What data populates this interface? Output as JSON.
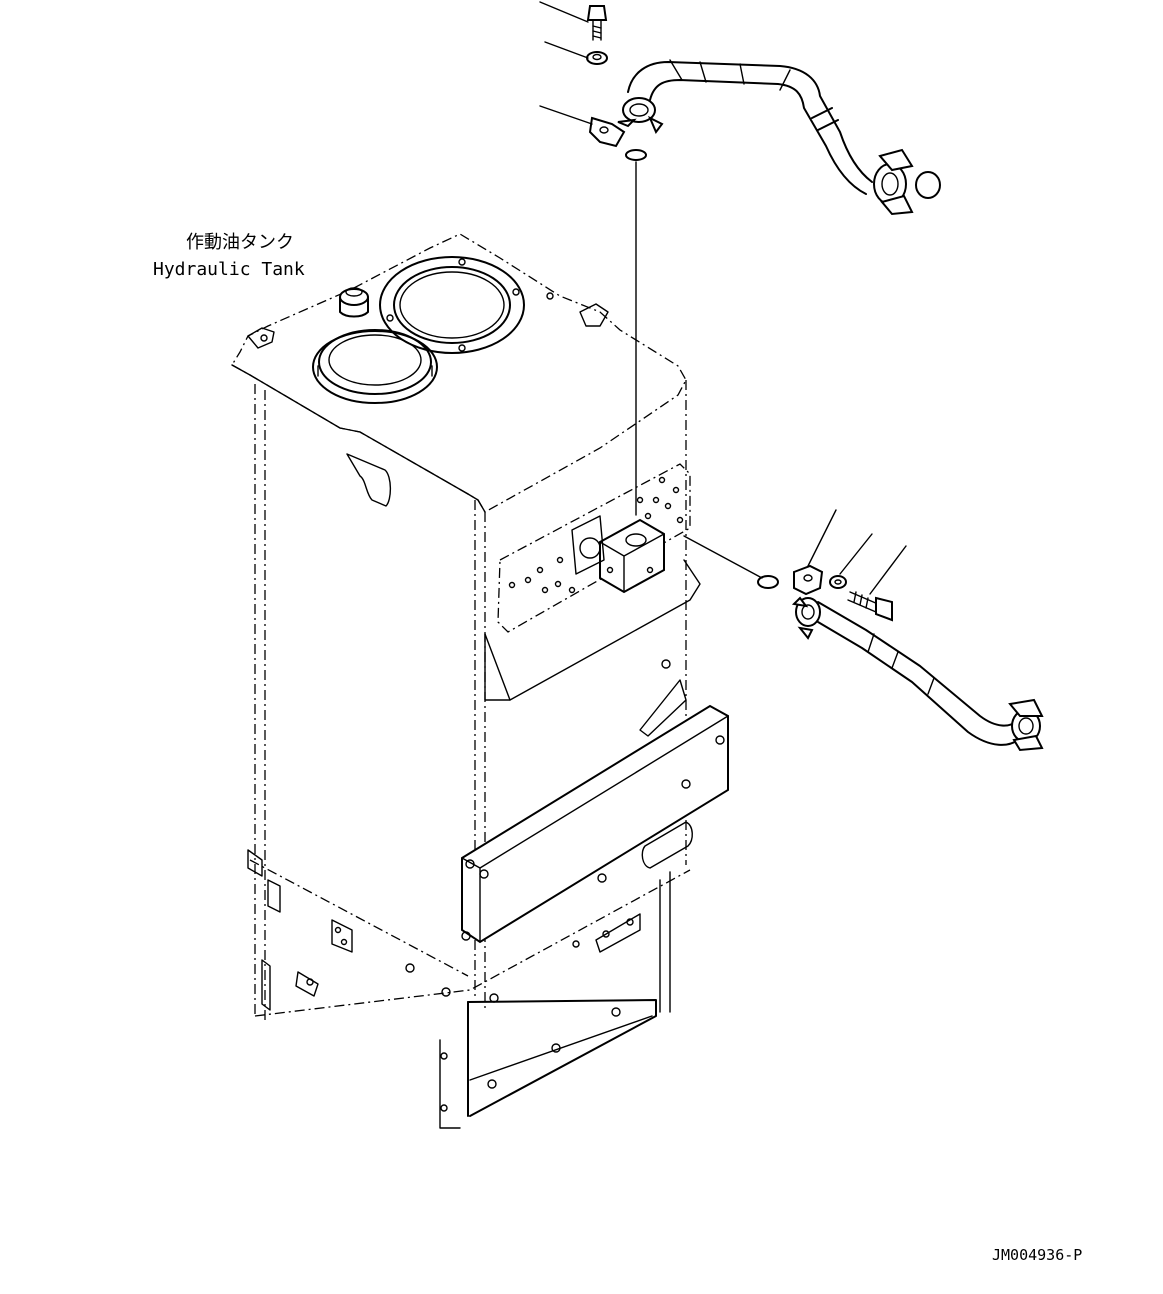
{
  "labels": {
    "tank_name_jp": "作動油タンク",
    "tank_name_en": "Hydraulic Tank",
    "drawing_id": "JM004936-P"
  }
}
